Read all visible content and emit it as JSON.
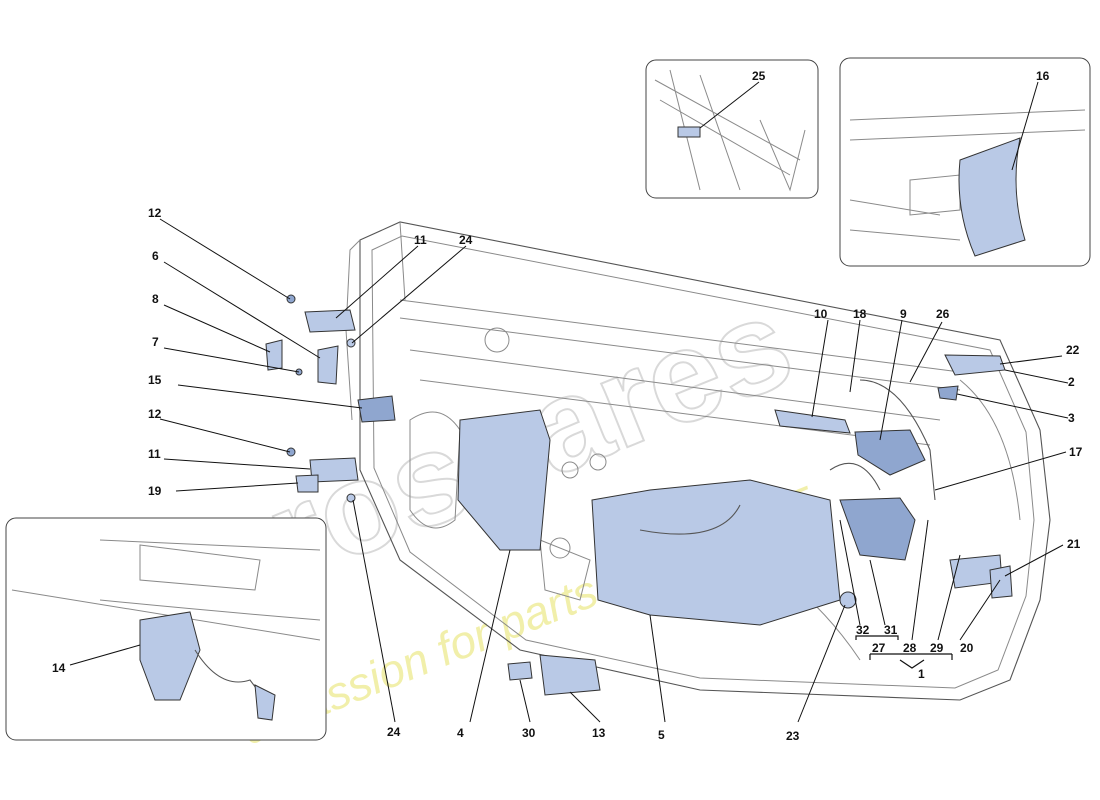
{
  "watermark": {
    "brand": "eurospares",
    "tagline": "a passion for parts since 1985"
  },
  "colors": {
    "part_fill": "#b9c9e6",
    "line": "#8a8a8a",
    "callout": "#111111",
    "watermark_tagline": "#f1efaa"
  },
  "callouts": {
    "c1": "1",
    "c2": "2",
    "c3": "3",
    "c4": "4",
    "c5": "5",
    "c6": "6",
    "c7": "7",
    "c8": "8",
    "c9": "9",
    "c10": "10",
    "c11a": "11",
    "c11b": "11",
    "c12a": "12",
    "c12b": "12",
    "c13": "13",
    "c14": "14",
    "c15": "15",
    "c16": "16",
    "c17": "17",
    "c18": "18",
    "c19": "19",
    "c20": "20",
    "c21": "21",
    "c22": "22",
    "c23": "23",
    "c24a": "24",
    "c24b": "24",
    "c25": "25",
    "c26": "26",
    "c27": "27",
    "c28": "28",
    "c29": "29",
    "c30": "30",
    "c31": "31",
    "c32": "32"
  }
}
